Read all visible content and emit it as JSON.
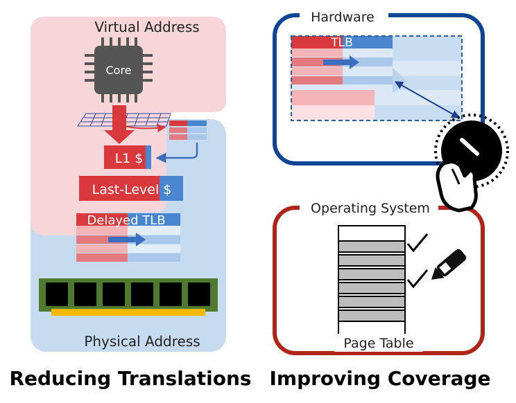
{
  "left_panel": {
    "virtual_address_label": "Virtual Address",
    "core_label": "Core",
    "l1_label": "L1 $",
    "llc_label": "Last-Level $",
    "delayed_tlb_label": "Delayed TLB",
    "physical_address_label": "Physical Address",
    "caption": "Reducing Translations"
  },
  "right_panel": {
    "hardware_label": "Hardware",
    "tlb_label": "TLB",
    "os_label": "Operating System",
    "page_table_label": "Page Table",
    "caption": "Improving Coverage"
  },
  "colors": {
    "virtual_bg": "#f6d6d8",
    "physical_bg": "#c6dbef",
    "red": "#d9383d",
    "red_light": "#e27a80",
    "blue": "#4a86d0",
    "blue_light": "#a9c8ea",
    "hardware_border": "#0c4596",
    "os_border": "#b02518",
    "memory_green": "#4d7a2e",
    "memory_gold": "#f5b800",
    "page_row_gray": "#bdbdbd"
  }
}
